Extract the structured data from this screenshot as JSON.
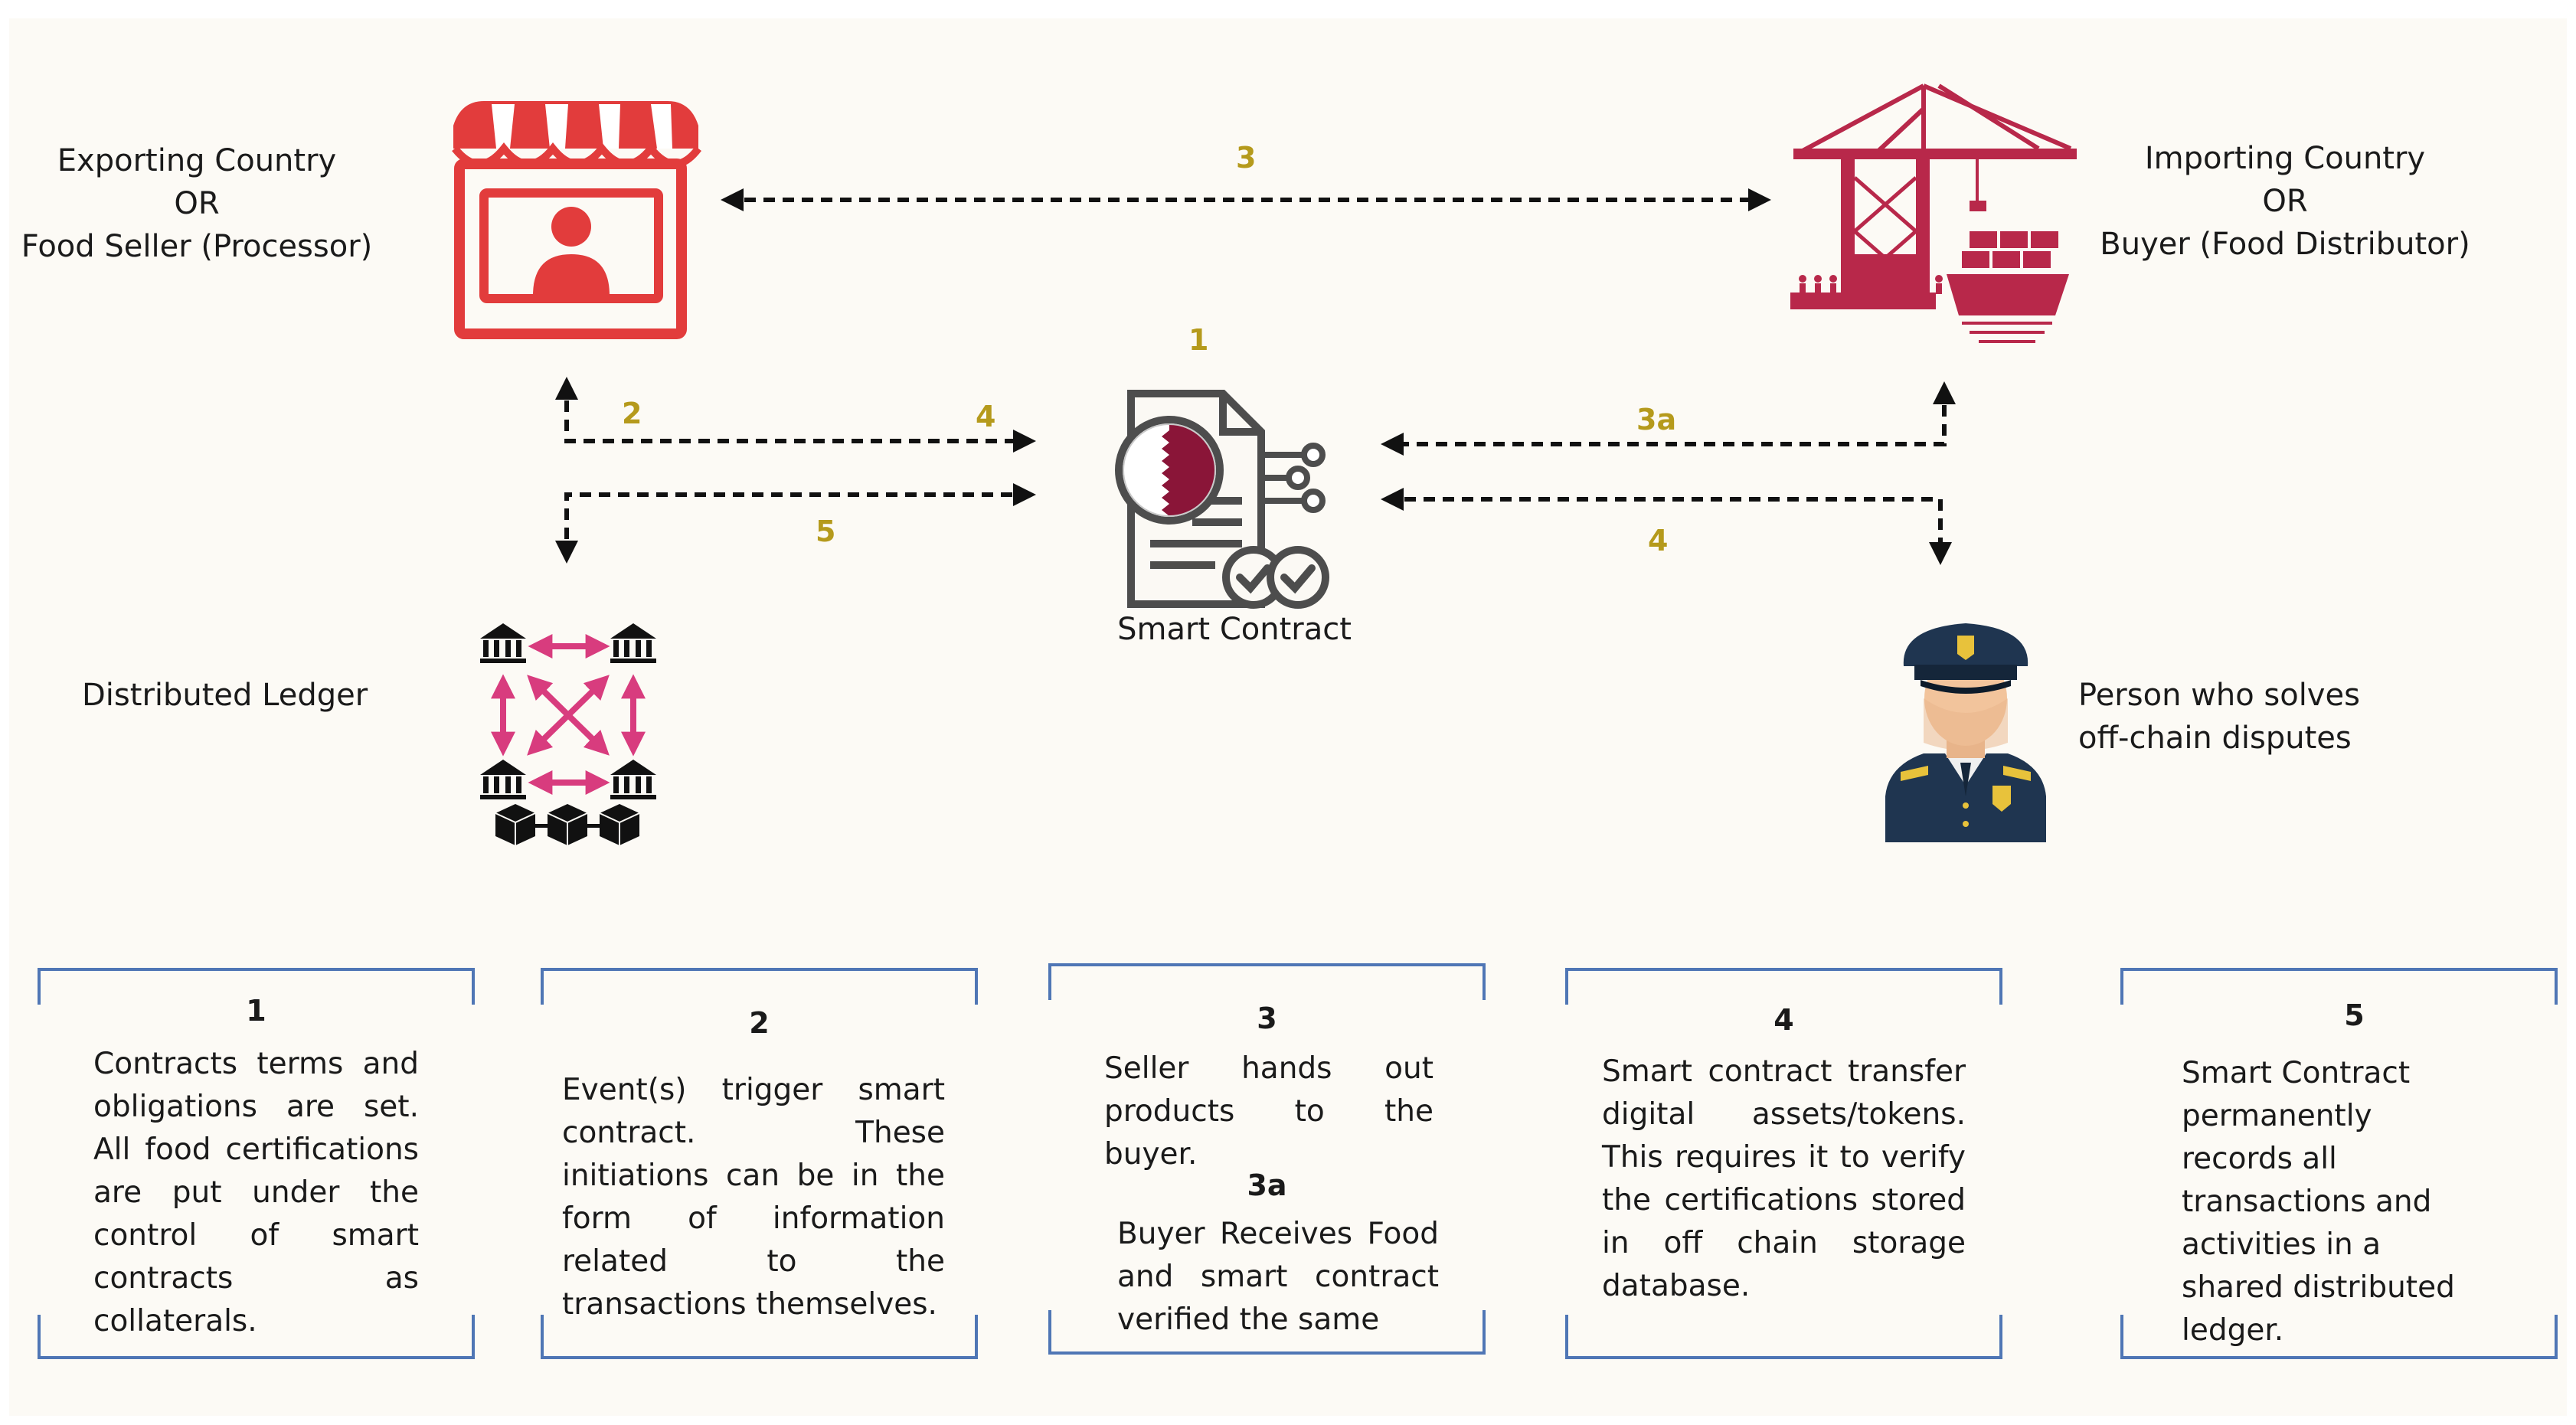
{
  "actors": {
    "exporter": [
      "Exporting Country",
      "OR",
      "Food Seller (Processor)"
    ],
    "importer": [
      "Importing Country",
      "OR",
      "Buyer (Food Distributor)"
    ],
    "smart_contract": "Smart Contract",
    "ledger": "Distributed Ledger",
    "arbiter": [
      "Person who solves",
      "off-chain disputes"
    ]
  },
  "flow_labels": {
    "l3": "3",
    "l1": "1",
    "l2": "2",
    "l4_left": "4",
    "l5": "5",
    "l3a": "3a",
    "l4_right": "4"
  },
  "boxes": [
    {
      "num": "1",
      "text": "Contracts terms and obligations are set. All food certifications are put under the control of smart contracts as collaterals."
    },
    {
      "num": "2",
      "text": "Event(s) trigger smart contract. These initiations can be in the form of information related to the transactions themselves."
    },
    {
      "num": "3",
      "text": "Seller hands out products to the buyer.",
      "sub_num": "3a",
      "sub_text": "Buyer Receives Food and smart contract verified the same"
    },
    {
      "num": "4",
      "text": "Smart contract transfer digital assets/tokens. This requires it to verify the certifications stored in off chain storage database."
    },
    {
      "num": "5",
      "text": "Smart Contract permanently records all transactions and activities in a shared distributed ledger."
    }
  ],
  "colors": {
    "shop_red": "#e23c3c",
    "port_crimson": "#b8284a",
    "ledger_pink": "#d83c7e",
    "label_gold": "#b59a1c",
    "box_border": "#4f76b5",
    "officer_navy": "#1f3550",
    "arrow": "#111111"
  },
  "icons": {
    "shop": "storefront-person-icon",
    "port": "port-crane-ship-icon",
    "contract": "smart-contract-document-icon",
    "ledger": "distributed-ledger-icon",
    "arbiter": "police-officer-icon"
  }
}
